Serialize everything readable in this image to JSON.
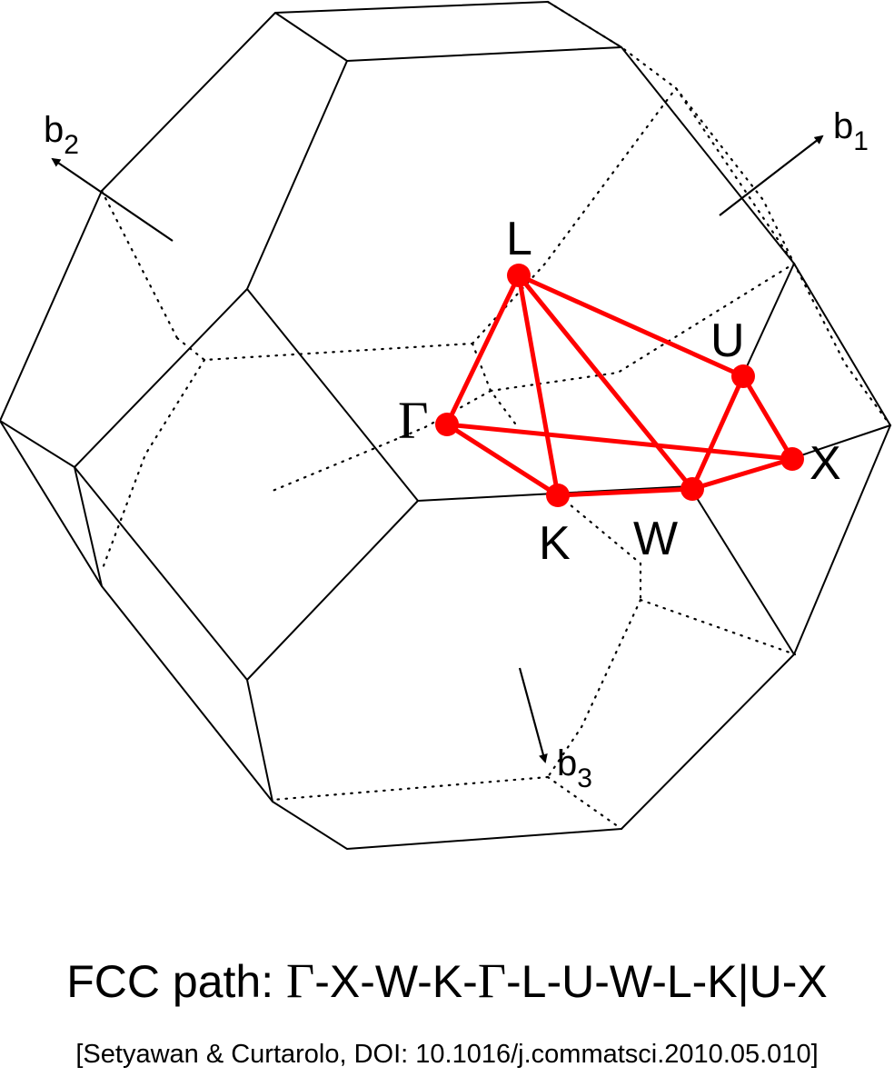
{
  "diagram": {
    "reciprocal_vectors": [
      {
        "id": "b1",
        "base": "b",
        "sub": "1"
      },
      {
        "id": "b2",
        "base": "b",
        "sub": "2"
      },
      {
        "id": "b3",
        "base": "b",
        "sub": "3"
      }
    ],
    "kpoints": [
      {
        "id": "L",
        "label": "L"
      },
      {
        "id": "U",
        "label": "U"
      },
      {
        "id": "Gamma",
        "label": "Γ"
      },
      {
        "id": "X",
        "label": "X"
      },
      {
        "id": "K",
        "label": "K"
      },
      {
        "id": "W",
        "label": "W"
      }
    ],
    "path_segments": [
      [
        "Gamma",
        "X"
      ],
      [
        "X",
        "W"
      ],
      [
        "W",
        "K"
      ],
      [
        "K",
        "Gamma"
      ],
      [
        "Gamma",
        "L"
      ],
      [
        "L",
        "U"
      ],
      [
        "U",
        "W"
      ],
      [
        "W",
        "L"
      ],
      [
        "L",
        "K"
      ],
      [
        "U",
        "X"
      ]
    ],
    "colors": {
      "path": "#ff0000",
      "edges": "#000000",
      "background": "#ffffff"
    }
  },
  "caption": {
    "prefix": "FCC path: ",
    "sequence": [
      {
        "text": "Γ",
        "greek": true
      },
      {
        "text": "-X-W-K-",
        "greek": false
      },
      {
        "text": "Γ",
        "greek": true
      },
      {
        "text": "-L-U-W-L-K|U-X",
        "greek": false
      }
    ]
  },
  "citation": "[Setyawan & Curtarolo, DOI: 10.1016/j.commatsci.2010.05.010]"
}
